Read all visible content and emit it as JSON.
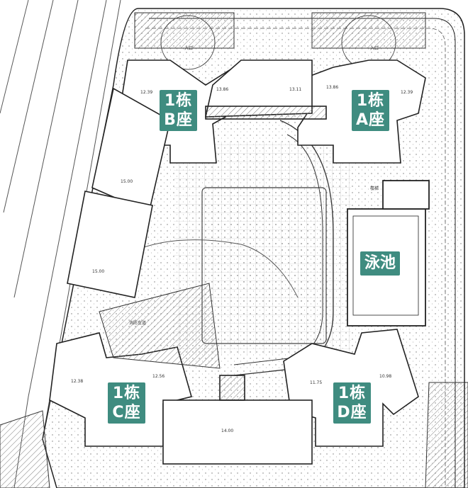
{
  "labels": {
    "building_a": {
      "line1": "1栋",
      "line2": "A座"
    },
    "building_b": {
      "line1": "1栋",
      "line2": "B座"
    },
    "building_c": {
      "line1": "1栋",
      "line2": "C座"
    },
    "building_d": {
      "line1": "1栋",
      "line2": "D座"
    },
    "pool": "泳池"
  },
  "dimensions": [
    "13.86",
    "13.11",
    "13.86",
    "12.39",
    "12.39",
    "15.00",
    "12.56",
    "11.75",
    "10.98",
    "12.38",
    "14.00",
    "15.00"
  ],
  "notes": {
    "entrance": "入口",
    "stair": "楼梯",
    "fire_lane": "消防车道"
  },
  "colors": {
    "label_bg": "#3f8c80",
    "line": "#222222",
    "hatch": "#888888"
  }
}
